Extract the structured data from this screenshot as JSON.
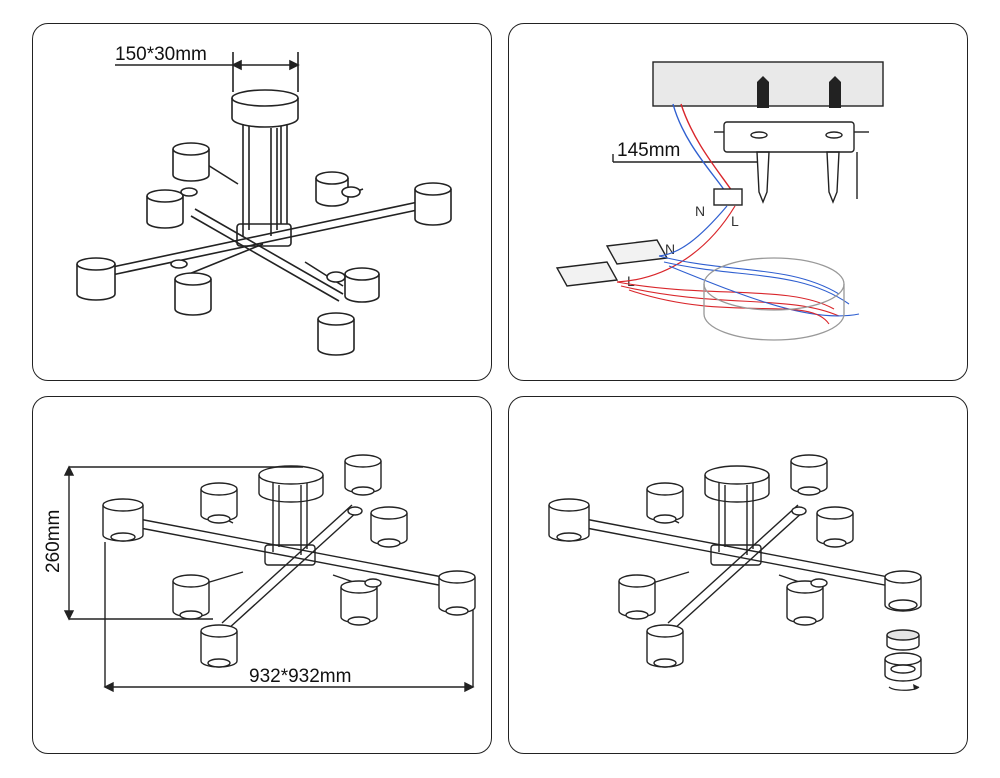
{
  "panels": {
    "top_left": {
      "dimension": "150*30mm"
    },
    "top_right": {
      "dimension": "145mm",
      "wire_labels": [
        "N",
        "L",
        "N",
        "L"
      ]
    },
    "bottom_left": {
      "height": "260mm",
      "width": "932*932mm"
    },
    "bottom_right": {}
  },
  "colors": {
    "line": "#222222",
    "live_wire": "#d9262b",
    "neutral_wire": "#2f5fd0",
    "ceiling": "#e9e9e9"
  }
}
